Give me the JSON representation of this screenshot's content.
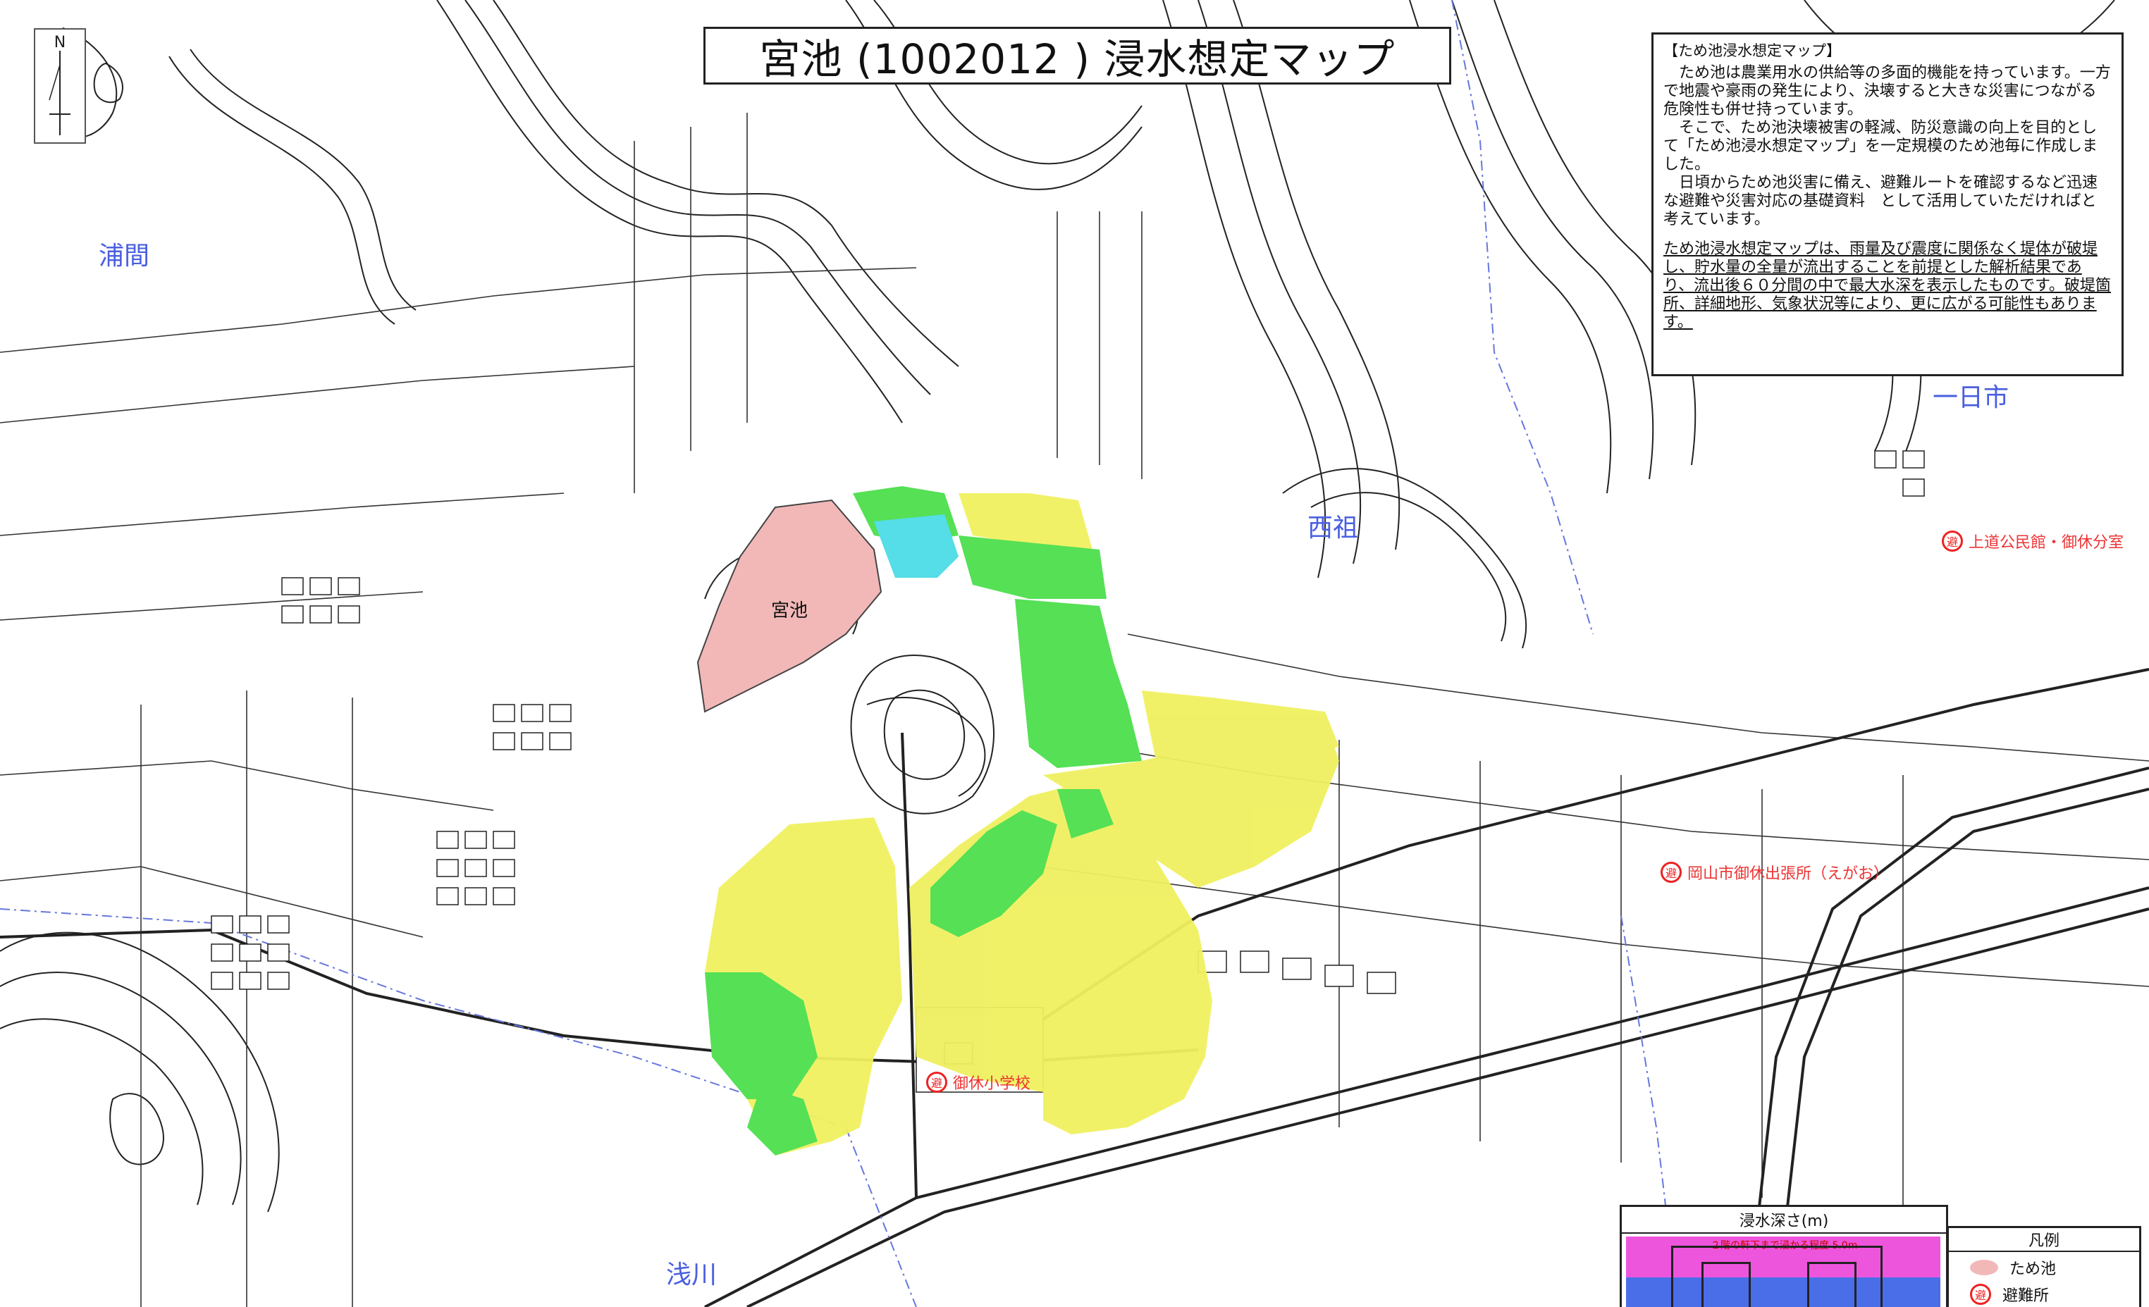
{
  "title": "宮池 (1002012 ) 浸水想定マップ",
  "north_label": "N",
  "info": {
    "heading": "【ため池浸水想定マップ】",
    "paragraphs": [
      "ため池は農業用水の供給等の多面的機能を持っています。一方で地震や豪雨の発生により、決壊すると大きな災害につながる危険性も併せ持っています。",
      "そこで、ため池決壊被害の軽減、防災意識の向上を目的として「ため池浸水想定マップ」を一定規模のため池毎に作成しました。",
      "日頃からため池災害に備え、避難ルートを確認するなど迅速な避難や災害対応の基礎資料　として活用していただければと考えています。"
    ],
    "note": "ため池浸水想定マップは、雨量及び震度に関係なく堤体が破堤し、貯水量の全量が流出することを前提とした解析結果であり、流出後６０分間の中で最大水深を表示したものです。破堤箇所、詳細地形、気象状況等により、更に広がる可能性もあります。"
  },
  "places": {
    "urama": "浦間",
    "nishiso": "西祖",
    "hitoichi": "一日市",
    "asakawa": "浅川"
  },
  "pond_label": "宮池",
  "shelters": {
    "shelter1": "上道公民館・御休分室",
    "shelter2": "岡山市御休出張所（えがお）",
    "shelter3": "御休小学校"
  },
  "shelter_symbol": "避",
  "depth_legend": {
    "title": "浸水深さ(m)",
    "pink_label": "２階の軒下まで浸かる程度 5.0m"
  },
  "legend": {
    "title": "凡例",
    "items": [
      "ため池",
      "避難所"
    ]
  },
  "colors": {
    "pond": "#f2b8b8",
    "green": "#55e055",
    "yellow": "#f0f060",
    "cyan": "#55dde8",
    "place_text": "#4a5fe0",
    "shelter_text": "#e33333"
  }
}
